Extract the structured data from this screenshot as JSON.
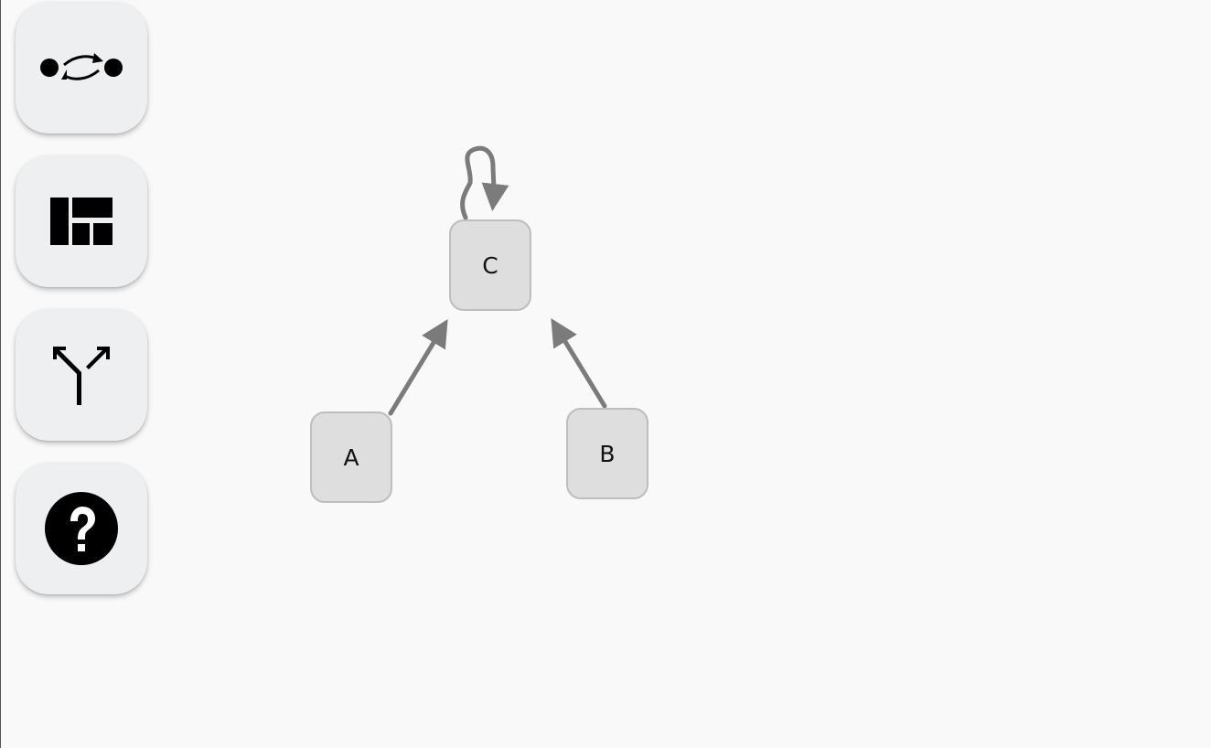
{
  "toolbar": {
    "buttons": [
      {
        "icon": "connect-nodes-icon"
      },
      {
        "icon": "layout-icon"
      },
      {
        "icon": "split-arrows-icon"
      },
      {
        "icon": "help-icon"
      }
    ]
  },
  "graph": {
    "nodes": [
      {
        "id": "C",
        "label": "C"
      },
      {
        "id": "A",
        "label": "A"
      },
      {
        "id": "B",
        "label": "B"
      }
    ],
    "edges": [
      {
        "from": "C",
        "to": "C"
      },
      {
        "from": "A",
        "to": "C"
      },
      {
        "from": "B",
        "to": "C"
      }
    ]
  },
  "colors": {
    "background": "#f9f9f9",
    "button_bg": "#eeeff1",
    "node_fill": "#dedede",
    "node_border": "#bdbdbd",
    "edge": "#7b7b7b"
  }
}
